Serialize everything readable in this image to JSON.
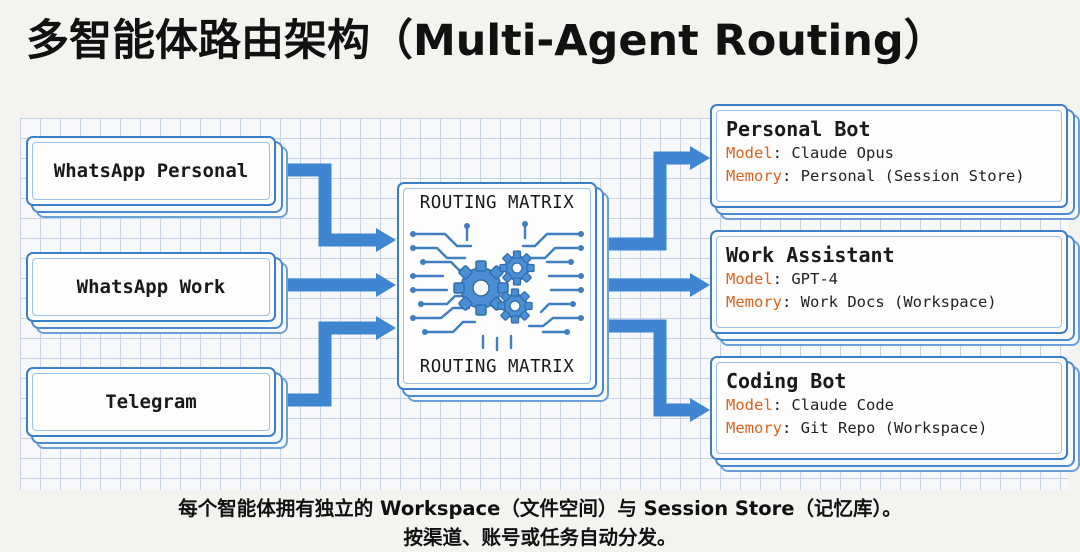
{
  "title": "多智能体路由架构（Multi-Agent Routing）",
  "sources": [
    "WhatsApp Personal",
    "WhatsApp Work",
    "Telegram"
  ],
  "router": {
    "label_top": "ROUTING MATRIX",
    "label_bottom": "ROUTING MATRIX"
  },
  "agents": [
    {
      "name": "Personal Bot",
      "model_key": "Model",
      "model": "Claude Opus",
      "memory_key": "Memory",
      "memory": "Personal (Session Store)"
    },
    {
      "name": "Work Assistant",
      "model_key": "Model",
      "model": "GPT-4",
      "memory_key": "Memory",
      "memory": "Work Docs (Workspace)"
    },
    {
      "name": "Coding Bot",
      "model_key": "Model",
      "model": "Claude Code",
      "memory_key": "Memory",
      "memory": "Git Repo (Workspace)"
    }
  ],
  "caption": {
    "line1": "每个智能体拥有独立的 Workspace（文件空间）与 Session Store（记忆库）。",
    "line2": "按渠道、账号或任务自动分发。"
  },
  "colors": {
    "accent": "#3b7fc8",
    "arrow": "#3f86d2",
    "key": "#d9631c",
    "grid": "#c6d3e6"
  },
  "icons": {
    "router": "gear-circuit-icon"
  }
}
